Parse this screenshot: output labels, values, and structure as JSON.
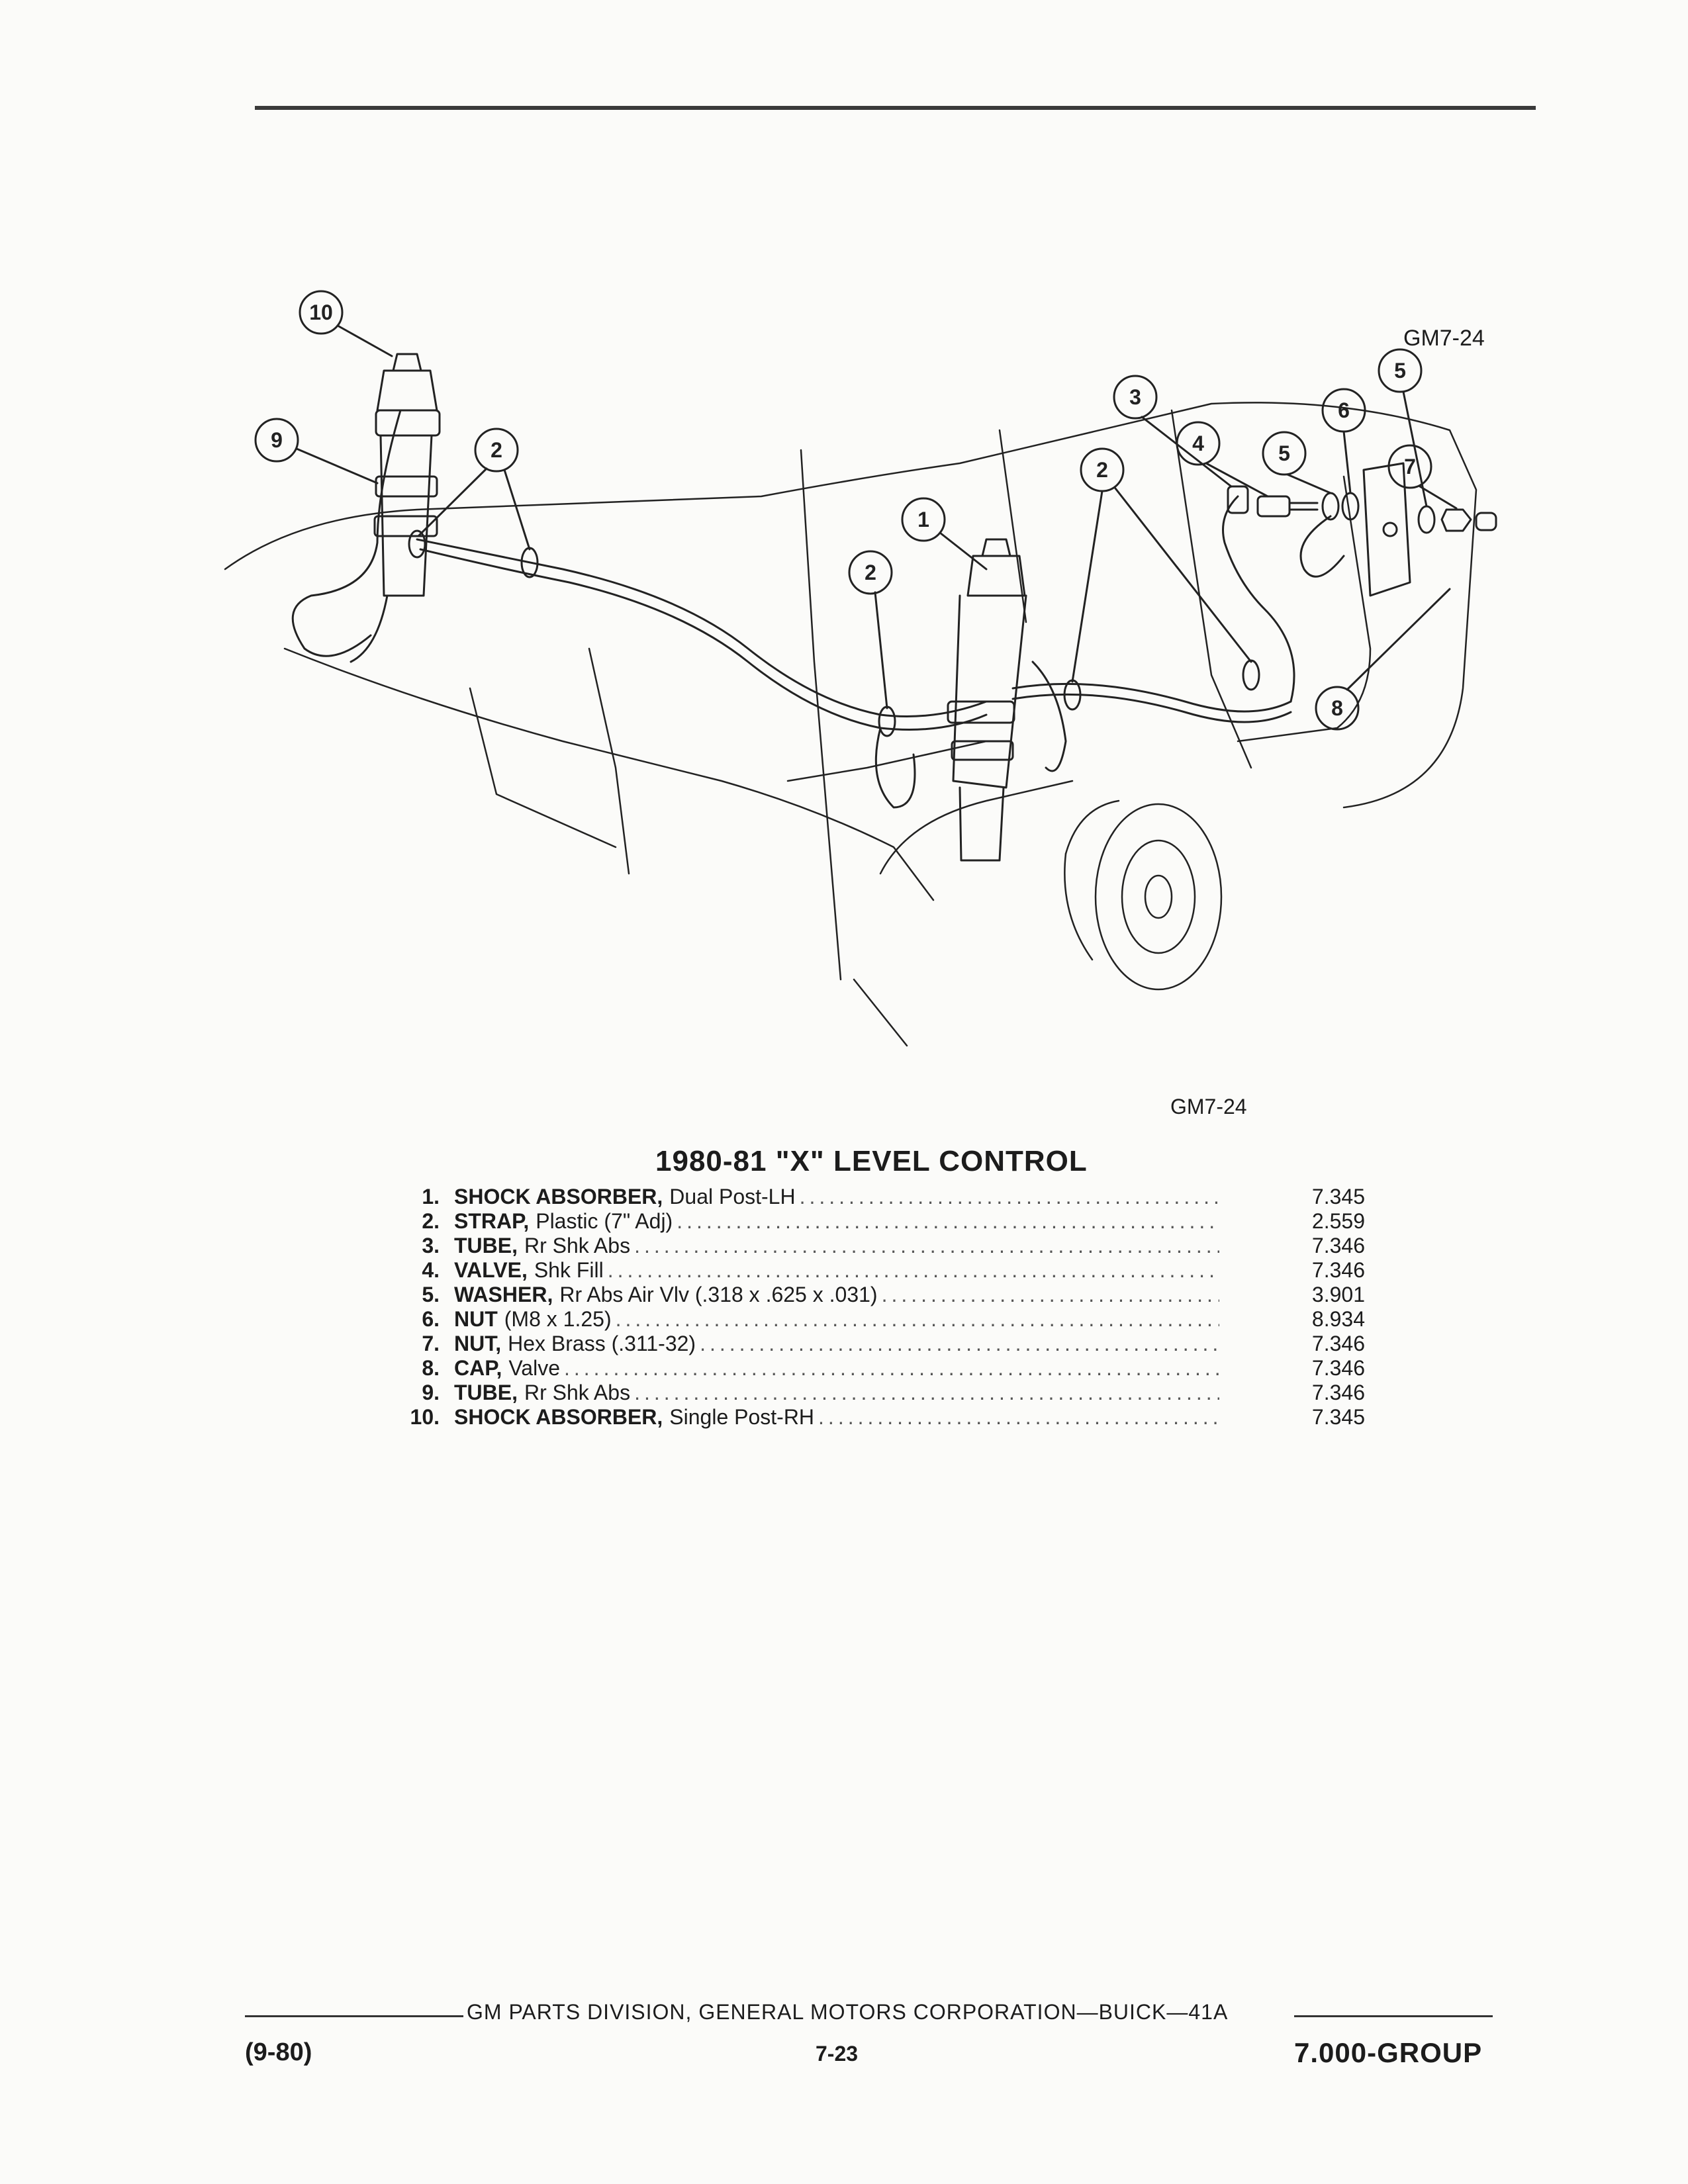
{
  "figure": {
    "code_top": "GM7-24",
    "code_bottom": "GM7-24",
    "callouts": [
      "1",
      "2",
      "3",
      "4",
      "5",
      "6",
      "7",
      "8",
      "9",
      "10"
    ]
  },
  "title": "1980-81 \"X\" LEVEL CONTROL",
  "parts": [
    {
      "num": "1.",
      "name": "SHOCK ABSORBER,",
      "desc": "Dual Post-LH",
      "ref": "7.345"
    },
    {
      "num": "2.",
      "name": "STRAP,",
      "desc": "Plastic (7\" Adj)",
      "ref": "2.559"
    },
    {
      "num": "3.",
      "name": "TUBE,",
      "desc": "Rr Shk Abs",
      "ref": "7.346"
    },
    {
      "num": "4.",
      "name": "VALVE,",
      "desc": "Shk Fill",
      "ref": "7.346"
    },
    {
      "num": "5.",
      "name": "WASHER,",
      "desc": "Rr Abs Air Vlv (.318 x .625 x .031)",
      "ref": "3.901"
    },
    {
      "num": "6.",
      "name": "NUT",
      "desc": "(M8 x 1.25)",
      "ref": "8.934"
    },
    {
      "num": "7.",
      "name": "NUT,",
      "desc": "Hex Brass (.311-32)",
      "ref": "7.346"
    },
    {
      "num": "8.",
      "name": "CAP,",
      "desc": "Valve",
      "ref": "7.346"
    },
    {
      "num": "9.",
      "name": "TUBE,",
      "desc": "Rr Shk Abs",
      "ref": "7.346"
    },
    {
      "num": "10.",
      "name": "SHOCK ABSORBER,",
      "desc": "Single Post-RH",
      "ref": "7.345"
    }
  ],
  "footer": {
    "publisher": "GM PARTS DIVISION, GENERAL MOTORS CORPORATION—BUICK—41A",
    "date": "(9-80)",
    "page": "7-23",
    "group": "7.000-GROUP"
  }
}
